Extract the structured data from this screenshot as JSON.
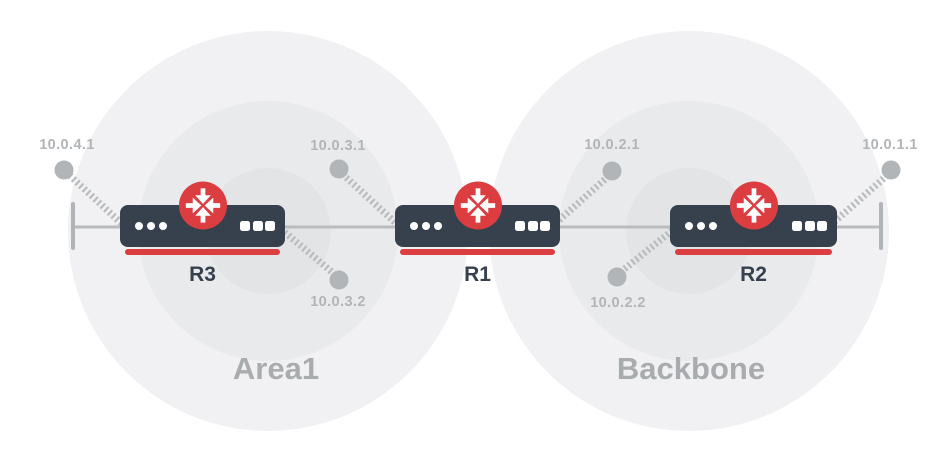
{
  "diagram": {
    "areas": [
      {
        "label": "Area1"
      },
      {
        "label": "Backbone"
      }
    ],
    "routers": [
      {
        "label": "R3"
      },
      {
        "label": "R1"
      },
      {
        "label": "R2"
      }
    ],
    "interfaces": [
      {
        "ip": "10.0.4.1"
      },
      {
        "ip": "10.0.3.1"
      },
      {
        "ip": "10.0.3.2"
      },
      {
        "ip": "10.0.2.1"
      },
      {
        "ip": "10.0.2.2"
      },
      {
        "ip": "10.0.1.1"
      }
    ],
    "icons": {
      "router_badge": "router-crossed-arrows-icon",
      "network_node": "node-dot",
      "stub_segment": "terminal-bar"
    },
    "colors": {
      "background": "#ffffff",
      "router_body": "#36414d",
      "accent_red": "#dc3d41",
      "link_line": "#b9bcbe",
      "node_dot": "#b2b5b8",
      "ip_label": "#b2b5b8",
      "area_label": "#a9acae",
      "ring_outer": "#f1f1f3",
      "ring_middle": "#e9eaec",
      "ring_inner": "#e3e4e6"
    }
  }
}
